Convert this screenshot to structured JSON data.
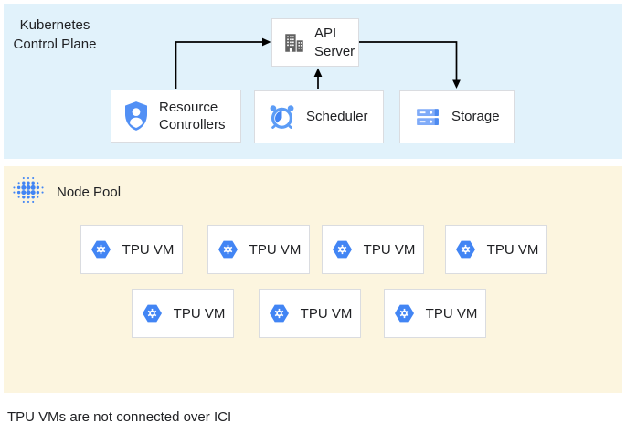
{
  "control_plane": {
    "title": "Kubernetes Control Plane",
    "nodes": {
      "api_server": {
        "label": "API Server",
        "icon": "building-icon"
      },
      "resource_controllers": {
        "label": "Resource Controllers",
        "icon": "shield-person-icon"
      },
      "scheduler": {
        "label": "Scheduler",
        "icon": "alarm-clock-icon"
      },
      "storage": {
        "label": "Storage",
        "icon": "storage-disks-icon"
      }
    },
    "connections": [
      "resource-controllers -> api-server",
      "api-server -> storage",
      "scheduler -> api-server"
    ]
  },
  "node_pool": {
    "title": "Node Pool",
    "icon": "node-pool-dots-icon",
    "vm": {
      "label": "TPU VM",
      "icon": "tpu-hexagon-icon",
      "count": 7
    }
  },
  "footer": {
    "note": "TPU VMs are not connected over ICI"
  },
  "colors": {
    "control-plane-bg": "#E1F2FB",
    "node-pool-bg": "#FCF5DF",
    "box-bg": "#FFFFFF",
    "box-border": "#DADCE0",
    "text": "#202124",
    "google-blue": "#4285F4",
    "icon-blue-light": "#80ABF8",
    "icon-blue-mid": "#5C9CF6",
    "icon-gray": "#616161",
    "connector": "#000000"
  }
}
